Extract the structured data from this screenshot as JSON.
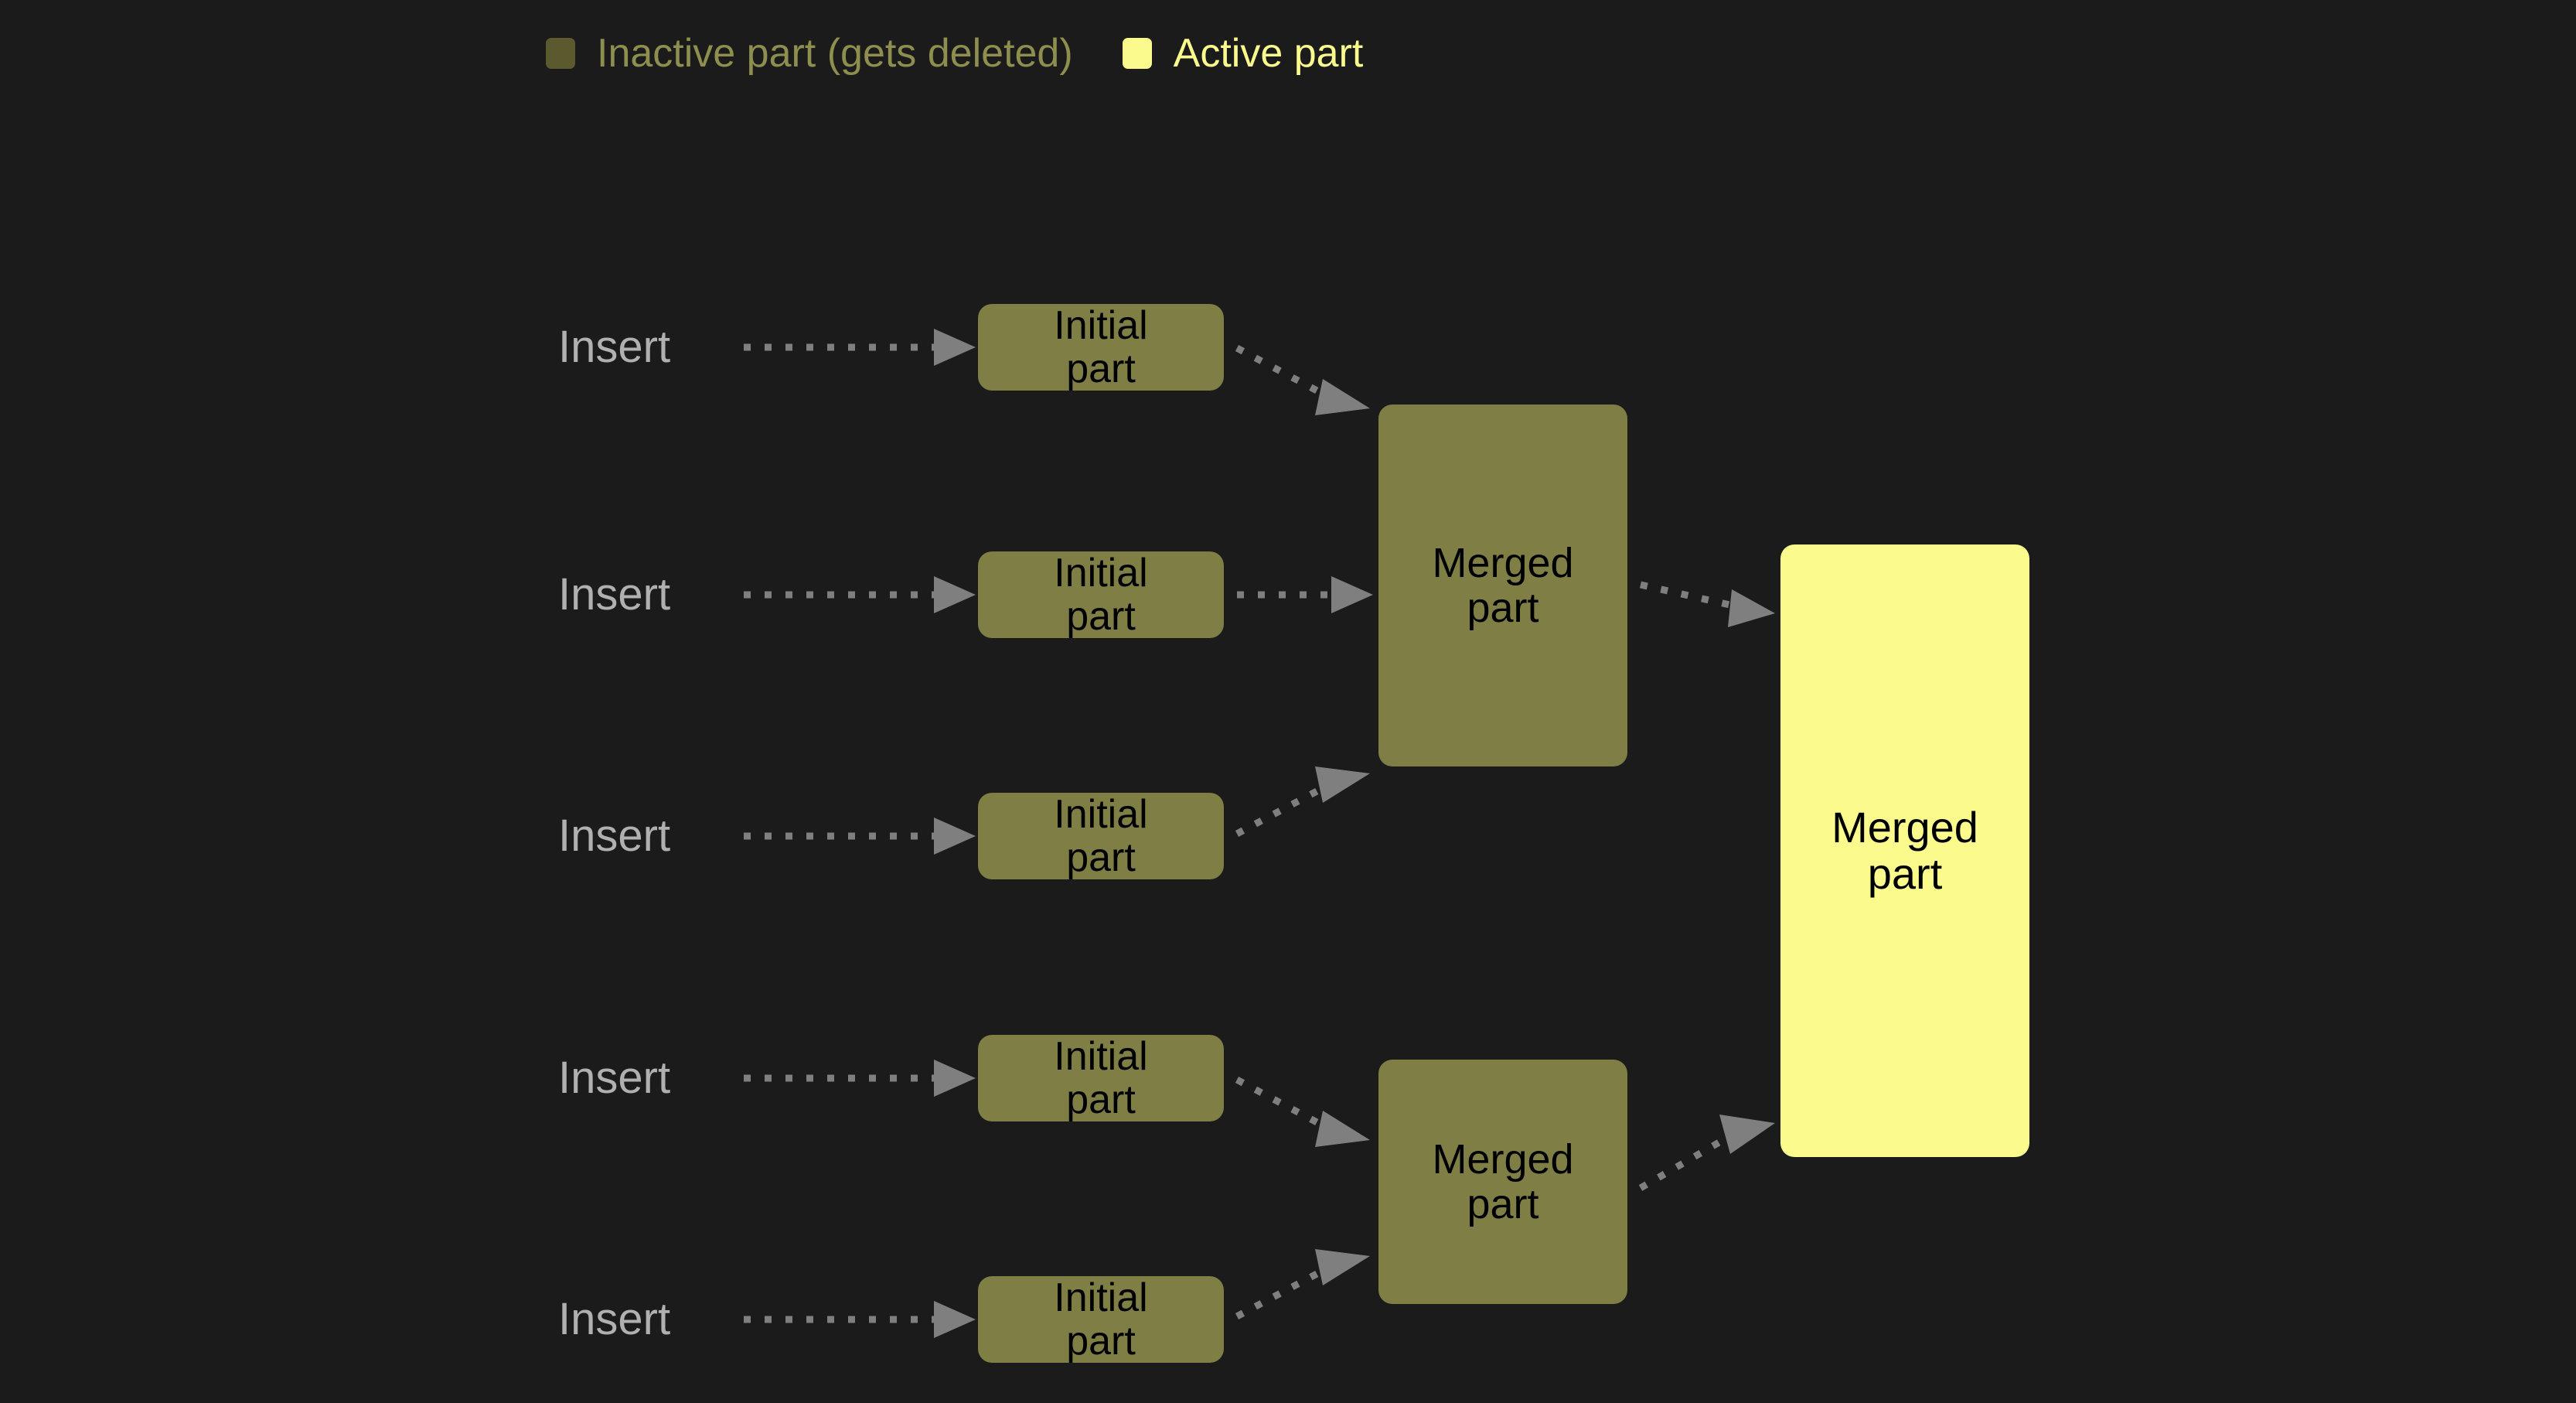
{
  "background_color": "#1b1b1b",
  "legend": {
    "entries": [
      {
        "label": "Inactive part (gets deleted)",
        "swatch_color": "#5b5a2e",
        "text_color": "#8e8e4e",
        "state": "inactive"
      },
      {
        "label": "Active part",
        "swatch_color": "#fbfb8d",
        "text_color": "#fbfb8d",
        "state": "active"
      }
    ]
  },
  "diagram": {
    "insert_labels": [
      {
        "text": "Insert"
      },
      {
        "text": "Insert"
      },
      {
        "text": "Insert"
      },
      {
        "text": "Insert"
      },
      {
        "text": "Insert"
      }
    ],
    "initial_parts": [
      {
        "text": "Initial\npart",
        "state": "inactive"
      },
      {
        "text": "Initial\npart",
        "state": "inactive"
      },
      {
        "text": "Initial\npart",
        "state": "inactive"
      },
      {
        "text": "Initial\npart",
        "state": "inactive"
      },
      {
        "text": "Initial\npart",
        "state": "inactive"
      }
    ],
    "merged_parts_intermediate": [
      {
        "text": "Merged\npart",
        "state": "inactive"
      },
      {
        "text": "Merged\npart",
        "state": "inactive"
      }
    ],
    "merged_part_final": {
      "text": "Merged\npart",
      "state": "active"
    },
    "arrow_color": "#7f7f7f",
    "arrow_style": "dotted",
    "insert_text_color": "#b0b0b0",
    "node_text_color": "#000000",
    "inactive_node_color": "#7e7e45",
    "active_node_color": "#fbfb8d"
  }
}
